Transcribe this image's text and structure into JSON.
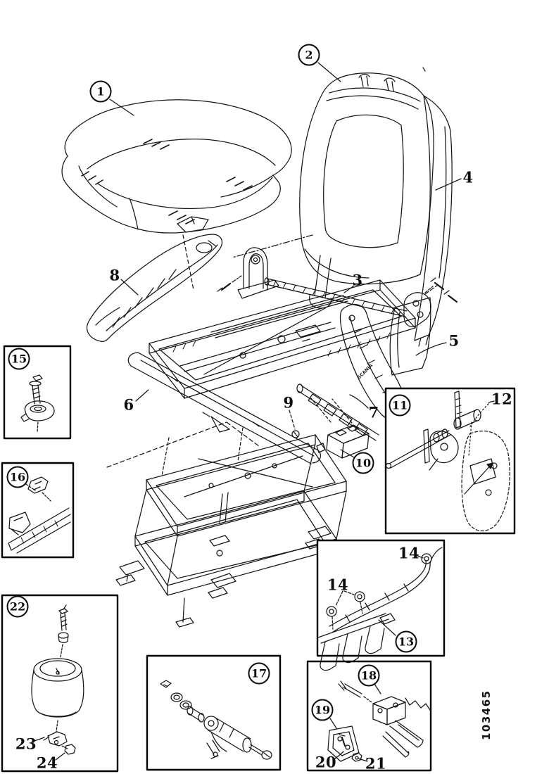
{
  "figure": {
    "part_number": "103465",
    "brand_marking": "SCANIA"
  },
  "callouts": {
    "c1": "1",
    "c2": "2",
    "c3": "3",
    "c4": "4",
    "c5": "5",
    "c6": "6",
    "c7": "7",
    "c8": "8",
    "c9": "9",
    "c10": "10",
    "c11": "11",
    "c12": "12",
    "c13": "13",
    "c14a": "14",
    "c14b": "14",
    "c15": "15",
    "c16": "16",
    "c17": "17",
    "c18": "18",
    "c19": "19",
    "c20": "20",
    "c21": "21",
    "c22": "22",
    "c23": "23",
    "c24": "24"
  }
}
